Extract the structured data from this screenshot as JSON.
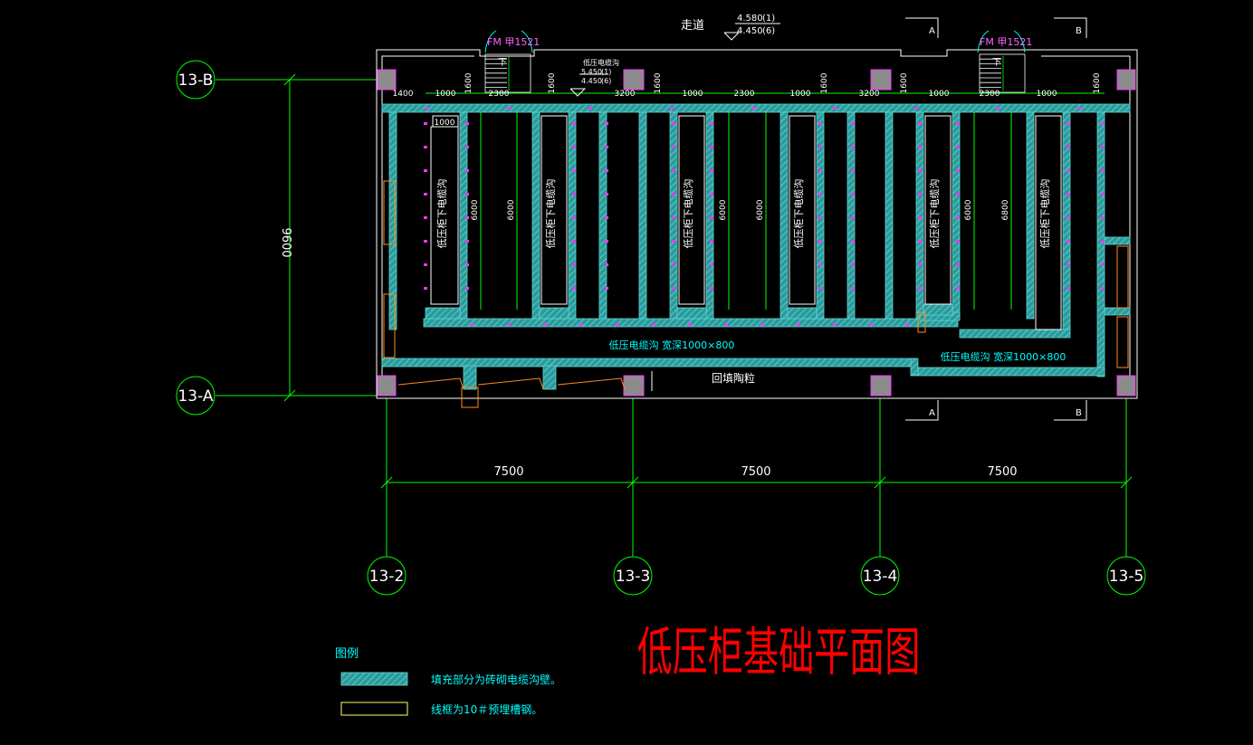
{
  "drawing_title": "低压柜基础平面图",
  "corridor_label": "走道",
  "elevations": {
    "top_a": "4.580",
    "top_a_tag": "(1)",
    "top_b": "4.450",
    "top_b_tag": "(6)"
  },
  "left_elev": {
    "label": "低压电缆沟",
    "a": "5.450",
    "a_tag": "(1)",
    "b": "4.450",
    "b_tag": "(6)"
  },
  "doors": [
    {
      "label": "FM 甲1521",
      "stair_label": "下"
    },
    {
      "label": "FM 甲1521",
      "stair_label": "下"
    }
  ],
  "section_marks": [
    "A",
    "B",
    "A",
    "B"
  ],
  "row_axes": [
    "13-B",
    "13-A"
  ],
  "col_axes": [
    "13-2",
    "13-3",
    "13-4",
    "13-5"
  ],
  "vertical_dimension": "9600",
  "bay_dimensions": [
    "7500",
    "7500",
    "7500"
  ],
  "top_dimensions": [
    "1400",
    "1000",
    "1600",
    "2300",
    "1600",
    "3200",
    "1600",
    "1000",
    "2300",
    "1000",
    "1600",
    "3200",
    "1600",
    "1000",
    "2300",
    "1000",
    "1600"
  ],
  "inner_dimension": "1000",
  "cabinet_labels": [
    "低压柜下电缆沟",
    "低压柜下电缆沟",
    "低压柜下电缆沟",
    "低压柜下电缆沟",
    "低压柜下电缆沟",
    "低压柜下电缆沟"
  ],
  "trench_depths": [
    "6000",
    "6000",
    "6000",
    "6000",
    "6000",
    "6800"
  ],
  "cable_trench_main": "低压电缆沟 宽深1000×800",
  "cable_trench_right": "低压电缆沟 宽深1000×800",
  "backfill_label": "回填陶粒",
  "legend": {
    "title": "图例",
    "items": [
      {
        "text": "填充部分为砖砌电缆沟壁。",
        "swatch": "hatch"
      },
      {
        "text": "线框为10＃预埋槽钢。",
        "swatch": "outline"
      }
    ]
  },
  "colors": {
    "background": "#000000",
    "axis": "#00ff00",
    "wall": "#2a9a9a",
    "wall_hatch": "#5fd6d6",
    "text": "#ffffff",
    "cyan_text": "#00ffff",
    "magenta": "#ff33ff",
    "title": "#ff0000",
    "column": "#8c8c8c",
    "legend_outline": "#ffff66"
  }
}
